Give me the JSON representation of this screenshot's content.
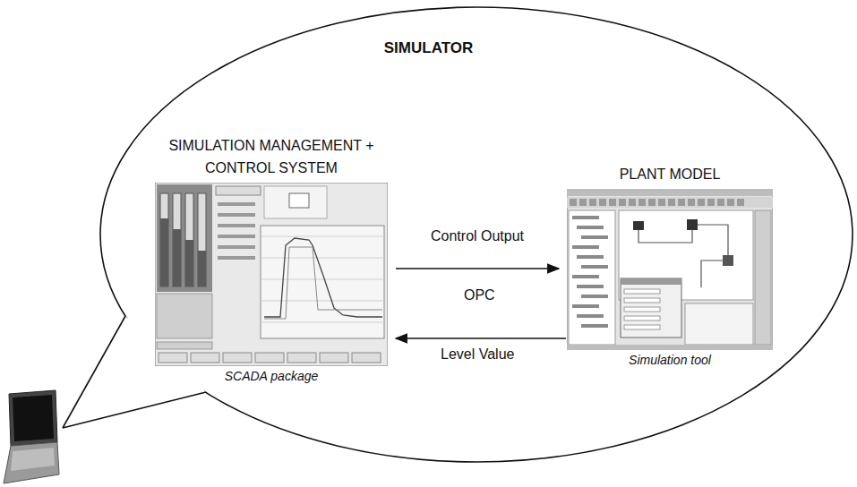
{
  "diagram": {
    "title": "SIMULATOR",
    "nodes": [
      {
        "text": [
          "SIMULATOR"
        ]
      },
      {
        "text": [
          "SIMULATION MANAGEMENT + CONTROL SYSTEM",
          "SCADA package"
        ],
        "in": 0
      },
      {
        "text": [
          "PLANT MODEL",
          "Simulation tool"
        ],
        "in": 0
      }
    ],
    "edges": [
      {
        "from": 1,
        "to": 2,
        "label": "Control Output",
        "arrow": "to"
      },
      {
        "from": 2,
        "to": 1,
        "label": "Level Value",
        "arrow": "to"
      }
    ],
    "labels": [
      "OPC"
    ]
  }
}
